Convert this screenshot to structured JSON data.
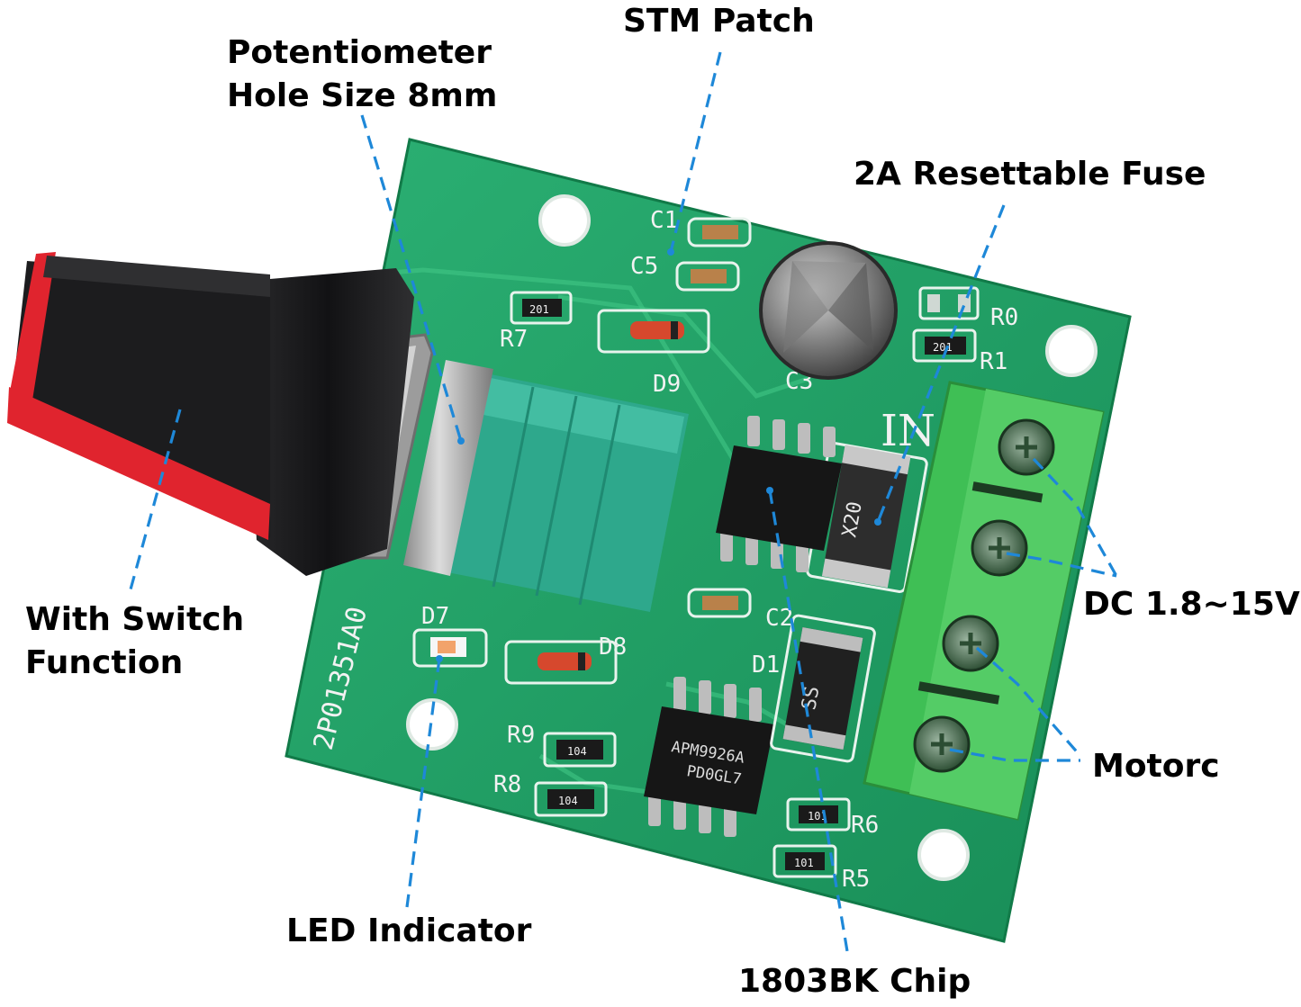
{
  "callouts": {
    "stm_patch": "STM Patch",
    "potentiometer": [
      "Potentiometer",
      "Hole Size 8mm"
    ],
    "fuse": "2A Resettable Fuse",
    "switch": [
      "With Switch",
      "Function"
    ],
    "dc_input": "DC 1.8~15V",
    "motor": "Motorc",
    "led": "LED Indicator",
    "chip": "1803BK Chip"
  },
  "board": {
    "silkscreen": {
      "C1": "C1",
      "C5": "C5",
      "C3": "C3",
      "C2": "C2",
      "R0": "R0",
      "R1": "R1",
      "R5": "R5",
      "R6": "R6",
      "R7": "R7",
      "R8": "R8",
      "R9": "R9",
      "D1": "D1",
      "D7": "D7",
      "D8": "D8",
      "D9": "D9",
      "IN": "IN",
      "part_number": "2P01351A0"
    },
    "chip_marking": [
      "APM9926A",
      "PD0GL7"
    ],
    "fuse_marking": "X20",
    "diode_marking": "SS",
    "resistor_codes": {
      "R7": "201",
      "R1": "201",
      "R9": "104",
      "R8": "104",
      "R6": "101",
      "R5": "101"
    }
  },
  "colors": {
    "pcb": "#1f9c63",
    "leader": "#1e88d8",
    "knob_black": "#1d1d1f",
    "knob_red": "#e0242e",
    "terminal": "#3fbf55",
    "pot_body": "#34b59a"
  }
}
